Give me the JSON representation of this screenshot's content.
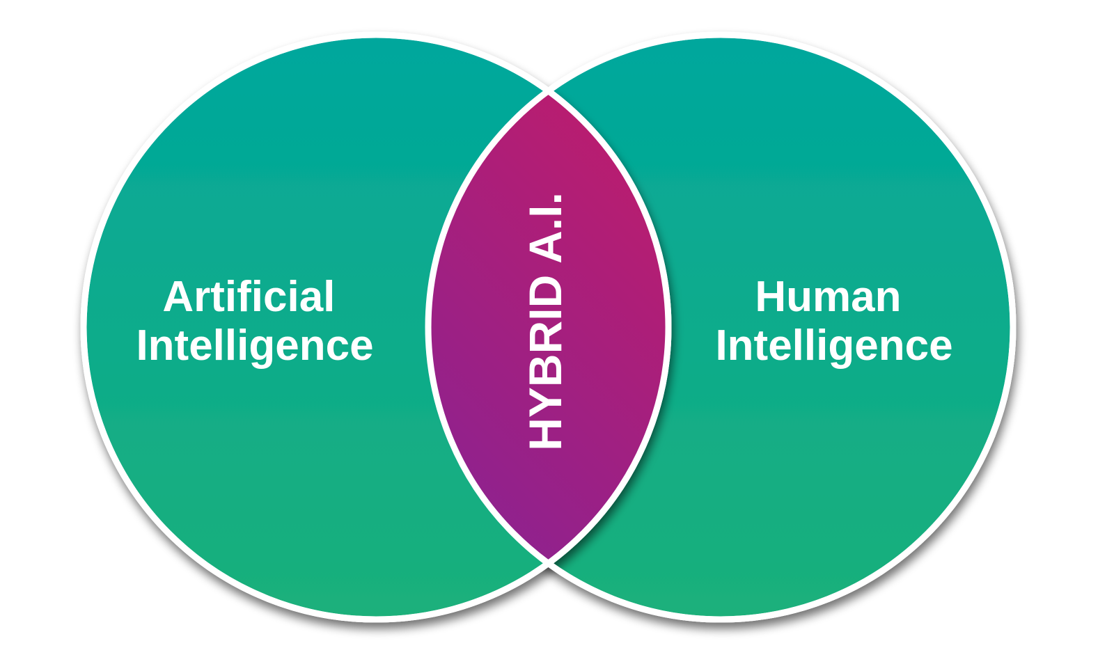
{
  "diagram": {
    "type": "venn",
    "left_circle": {
      "line1": "Artificial",
      "line2": "Intelligence"
    },
    "right_circle": {
      "line1": "Human",
      "line2": "Intelligence"
    },
    "intersection": {
      "label": "HYBRID A.I."
    }
  },
  "colors": {
    "circle_top": "#00a79d",
    "circle_bottom": "#1bb07a",
    "overlap_top": "#d41a5c",
    "overlap_bottom": "#8c2290",
    "outline": "#ffffff",
    "text": "#ffffff"
  }
}
